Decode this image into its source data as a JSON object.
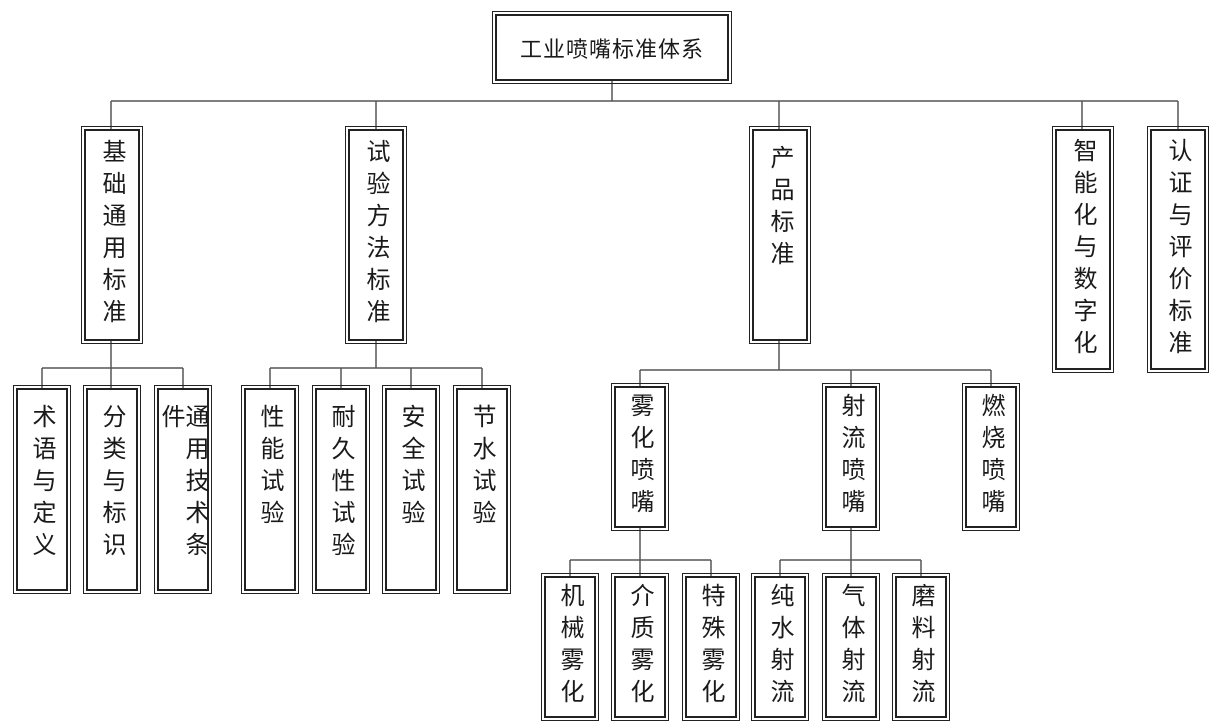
{
  "diagram": {
    "root": "工业喷嘴标准体系",
    "level1": [
      "基础通用标准",
      "试验方法标准",
      "产品标准",
      "智能化与数字化",
      "认证与评价标准"
    ],
    "basic_children": [
      "术语与定义",
      "分类与标识",
      "通用技术条件"
    ],
    "test_children": [
      "性能试验",
      "耐久性试验",
      "安全试验",
      "节水试验"
    ],
    "product_children": [
      "雾化喷嘴",
      "射流喷嘴",
      "燃烧喷嘴"
    ],
    "atomizing_children": [
      "机械雾化",
      "介质雾化",
      "特殊雾化"
    ],
    "jet_children": [
      "纯水射流",
      "气体射流",
      "磨料射流"
    ]
  }
}
